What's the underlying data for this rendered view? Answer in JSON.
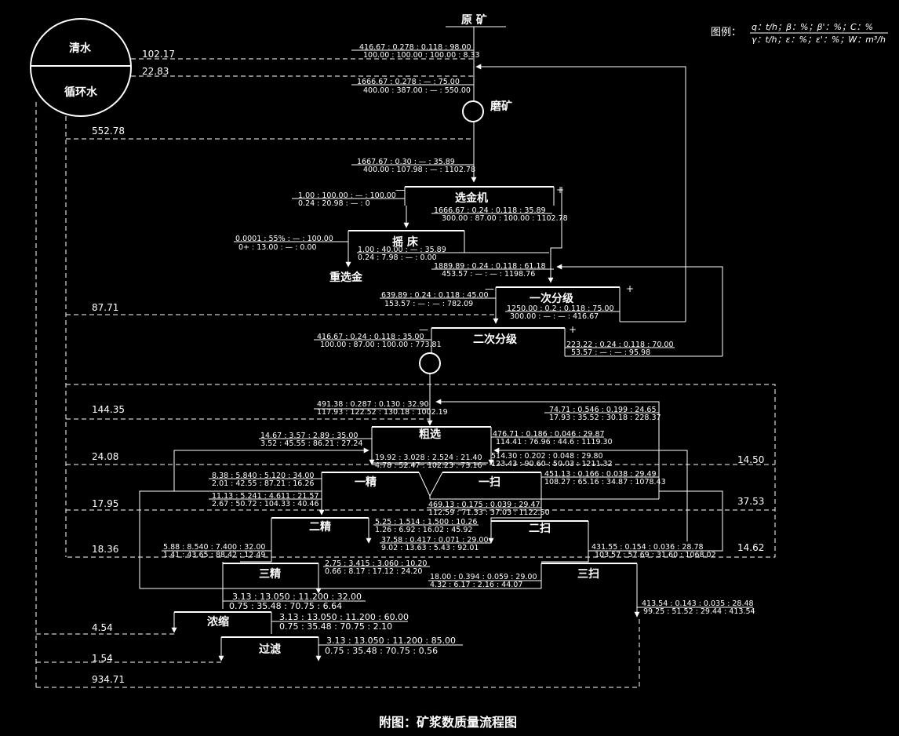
{
  "title": "原 矿",
  "caption": "附图：矿浆数质量流程图",
  "legend": {
    "prefix": "图例：",
    "line1": "q：t/h；β：%；β'：%；C：%",
    "line2": "γ：t/h；ε：%；ε'：%；W：m³/h"
  },
  "water_tank": {
    "top": "清水",
    "bottom": "循环水"
  },
  "units": {
    "mill": "磨矿",
    "jig": "选金机",
    "table": "摇  床",
    "gravity_conc": "重选金",
    "class1": "一次分级",
    "class2": "二次分级",
    "rougher": "粗选",
    "clean1": "一精",
    "scav1": "一扫",
    "clean2": "二精",
    "scav2": "二扫",
    "clean3": "三精",
    "scav3": "三扫",
    "thicken": "浓缩",
    "filter": "过滤"
  },
  "signs": {
    "minus": "—",
    "plus": "+"
  },
  "water_flows": [
    "102.17",
    "22.83",
    "552.78",
    "87.71",
    "144.35",
    "24.08",
    "17.95",
    "18.36",
    "4.54",
    "1.54",
    "934.71",
    "14.50",
    "37.53",
    "14.62"
  ],
  "data_labels": {
    "raw_1": "416.67 : 0.278 : 0.118 : 98.00",
    "raw_2": "100.00 : 100.00 : 100.00 : 8.33",
    "mill_in_1": "1666.67 : 0.278 : —   : 75.00",
    "mill_in_2": "400.00 : 387.00 : —   : 550.00",
    "mill_out_1": "1667.67 : 0.30   : —    : 35.89",
    "mill_out_2": "400.00 : 107.98 : —    : 1102.78",
    "jig_minus_1": "1.00  : 100.00 : —  : 100.00",
    "jig_minus_2": "0.24  : 20.98  : —  : 0",
    "jig_plus_1": "1666.67 : 0.24  : 0.118 : 35.89",
    "jig_plus_2": "300.00 : 87.00 : 100.00 : 1102.78",
    "table_l1": "0.0001 : 55%  : —  : 100.00",
    "table_l2": "0+     : 13.00 : —  : 0.00",
    "table_r1": "1.00  : 40.00 : —   : 35.89",
    "table_r2": "0.24  : 7.98  : —   : 0.00",
    "cls1_in_1": "1889.89 : 0.24  : 0.118 : 61.18",
    "cls1_in_2": "453.57 : —    : —   : 1198.76",
    "cls1_minus_1": "639.89 : 0.24  : 0.118 : 45.00",
    "cls1_minus_2": "153.57 : —    : —   : 782.09",
    "cls1_plus_1": "1250.00 : 0.2   : 0.118 : 75.00",
    "cls1_plus_2": "300.00 : —   : —   : 416.67",
    "cls2_minus_1": "416.67 : 0.24  : 0.118 : 35.00",
    "cls2_minus_2": "100.00 : 87.00 : 100.00 : 773.81",
    "cls2_plus_1": "223.22 : 0.24  : 0.118 : 70.00",
    "cls2_plus_2": "53.57 : —   : —   : 95.98",
    "ro_in_1": "491.38 : 0.287 : 0.130 : 32.90",
    "ro_in_2": "117.93 : 122.52 : 130.18 : 1002.19",
    "ret_1": "74.71 : 0.546 : 0.199 : 24.65",
    "ret_2": "17.93 : 35.52 : 30.18 : 228.37",
    "ro_con_1": "14.67 : 3.57  : 2.89  : 35.00",
    "ro_con_2": "3.52  : 45.55 : 86.21 : 27.24",
    "ro_tail_1": "476.71 : 0.186 : 0.046 : 29.87",
    "ro_tail_2": "114.41 : 76.96 : 44.6  : 1119.30",
    "c1_in_1": "19.92 : 3.028 : 2.524 : 21.40",
    "c1_in_2": "4.78  : 52.47 : 102.23 : 73.16",
    "s1_in_1": "514.30 : 0.202 : 0.048 : 29.80",
    "s1_in_2": "123.43 : 90.60 : 50.03 : 1211.32",
    "c1_con_1": "8.38  : 5.840 : 5.120 : 34.00",
    "c1_con_2": "2.01  : 42.55 : 87.21 : 16.26",
    "c1_tail_1": "11.13 : 5.241 : 4.611 : 21.57",
    "c1_tail_2": "2.67  : 50.72 : 104.33 : 40.46",
    "s1_con_1": "451.13 : 0.166 : 0.038 : 29.49",
    "s1_con_2": "108.27 : 65.16 : 34.87 : 1078.43",
    "s1_tail_1": "469.13 : 0.175 : 0.039 : 29.47",
    "s1_tail_2": "112.59 : 71.33 : 37.03 : 1122.50",
    "c2_tail_1": "5.25  : 1.514 : 1.500 : 10.26",
    "c2_tail_2": "1.26  : 6.92  : 16.02 : 45.92",
    "s2_con_1": "37.58 : 0.417 : 0.071 : 29.00",
    "s2_con_2": "9.02  : 13.63 : 5.43  : 92.01",
    "c2_con_1": "5.88  : 8.540 : 7.400 : 32.00",
    "c2_con_2": "1.41  : 43.65 : 88.42 : 12.49",
    "s2_tail_1": "431.55 : 0.154 : 0.036 : 28.78",
    "s2_tail_2": "103.57 : 57.69 : 31.60 : 1068.02",
    "c3_tail_1": "2.75  : 3.415 : 3.060 : 10.20",
    "c3_tail_2": "0.66  : 8.17  : 17.12 : 24.20",
    "s3_con_1": "18.00 : 0.394 : 0.059 : 29.00",
    "s3_con_2": "4.32  : 6.17  : 2.16  : 44.07",
    "c3_con_1": "3.13 : 13.050 : 11.200 : 32.00",
    "c3_con_2": "0.75 : 35.48 : 70.75 : 6.64",
    "th_out_1": "3.13 : 13.050 : 11.200 : 60.00",
    "th_out_2": "0.75 : 35.48 : 70.75 : 2.10",
    "fi_out_1": "3.13 : 13.050 : 11.200 : 85.00",
    "fi_out_2": "0.75 : 35.48 : 70.75 : 0.56",
    "final_tail_1": "413.54 : 0.143 : 0.035 : 28.48",
    "final_tail_2": "99.25 : 51.52 : 29.44 : 413.54"
  }
}
